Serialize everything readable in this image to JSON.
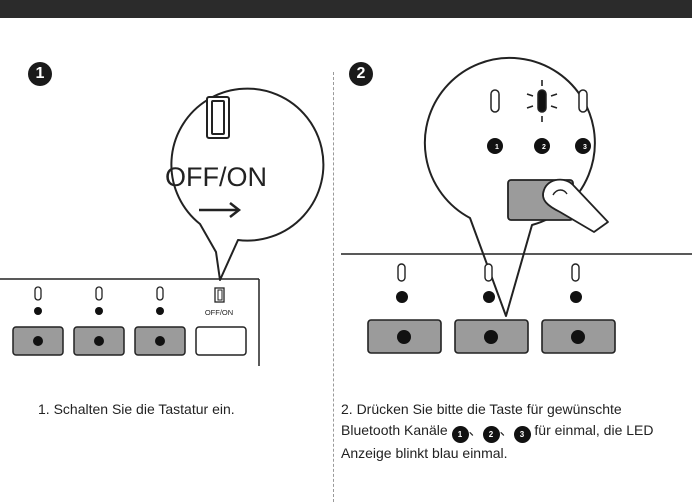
{
  "step1": {
    "badge": "1",
    "switch_label": "OFF/ON",
    "small_switch_label": "OFF/ON",
    "caption": "1. Schalten Sie die Tastatur ein."
  },
  "step2": {
    "badge": "2",
    "caption_before": "2. Drücken Sie bitte die Taste für gewünschte Bluetooth Kanäle",
    "caption_sep": "、",
    "caption_after": "für einmal, die LED Anzeige blinkt blau einmal."
  },
  "channels": [
    {
      "label": "1",
      "icon": "bluetooth-channel-1-icon"
    },
    {
      "label": "2",
      "icon": "bluetooth-channel-2-icon"
    },
    {
      "label": "3",
      "icon": "bluetooth-channel-3-icon"
    }
  ],
  "colors": {
    "button_fill": "#9b9b9b",
    "dark": "#1a1a1a",
    "led_blink": "#000000"
  }
}
